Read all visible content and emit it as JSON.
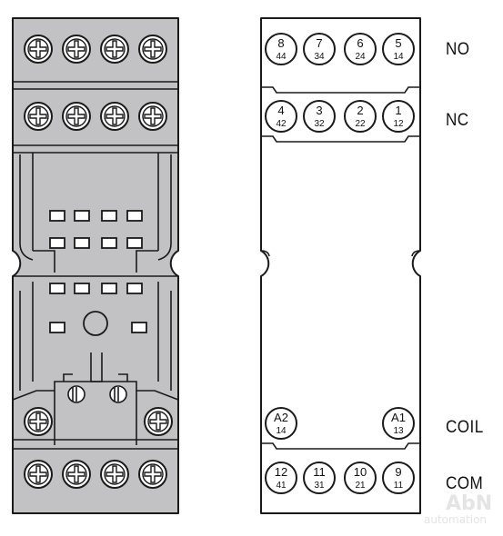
{
  "row_labels": {
    "no": "NO",
    "nc": "NC",
    "coil": "COIL",
    "com": "COM"
  },
  "terminals": {
    "no": [
      {
        "top": "8",
        "bottom": "44"
      },
      {
        "top": "7",
        "bottom": "34"
      },
      {
        "top": "6",
        "bottom": "24"
      },
      {
        "top": "5",
        "bottom": "14"
      }
    ],
    "nc": [
      {
        "top": "4",
        "bottom": "42"
      },
      {
        "top": "3",
        "bottom": "32"
      },
      {
        "top": "2",
        "bottom": "22"
      },
      {
        "top": "1",
        "bottom": "12"
      }
    ],
    "coil": [
      {
        "top": "A2",
        "bottom": "14"
      },
      {
        "top": "A1",
        "bottom": "13"
      }
    ],
    "com": [
      {
        "top": "12",
        "bottom": "41"
      },
      {
        "top": "11",
        "bottom": "31"
      },
      {
        "top": "10",
        "bottom": "21"
      },
      {
        "top": "9",
        "bottom": "11"
      }
    ]
  },
  "watermark": {
    "brand": "AbN",
    "sub": "automation"
  },
  "colors": {
    "socket_fill": "#c2c2c4",
    "socket_stroke": "#1a1a1a",
    "screw_fill": "#ffffff",
    "label_text": "#111111"
  }
}
